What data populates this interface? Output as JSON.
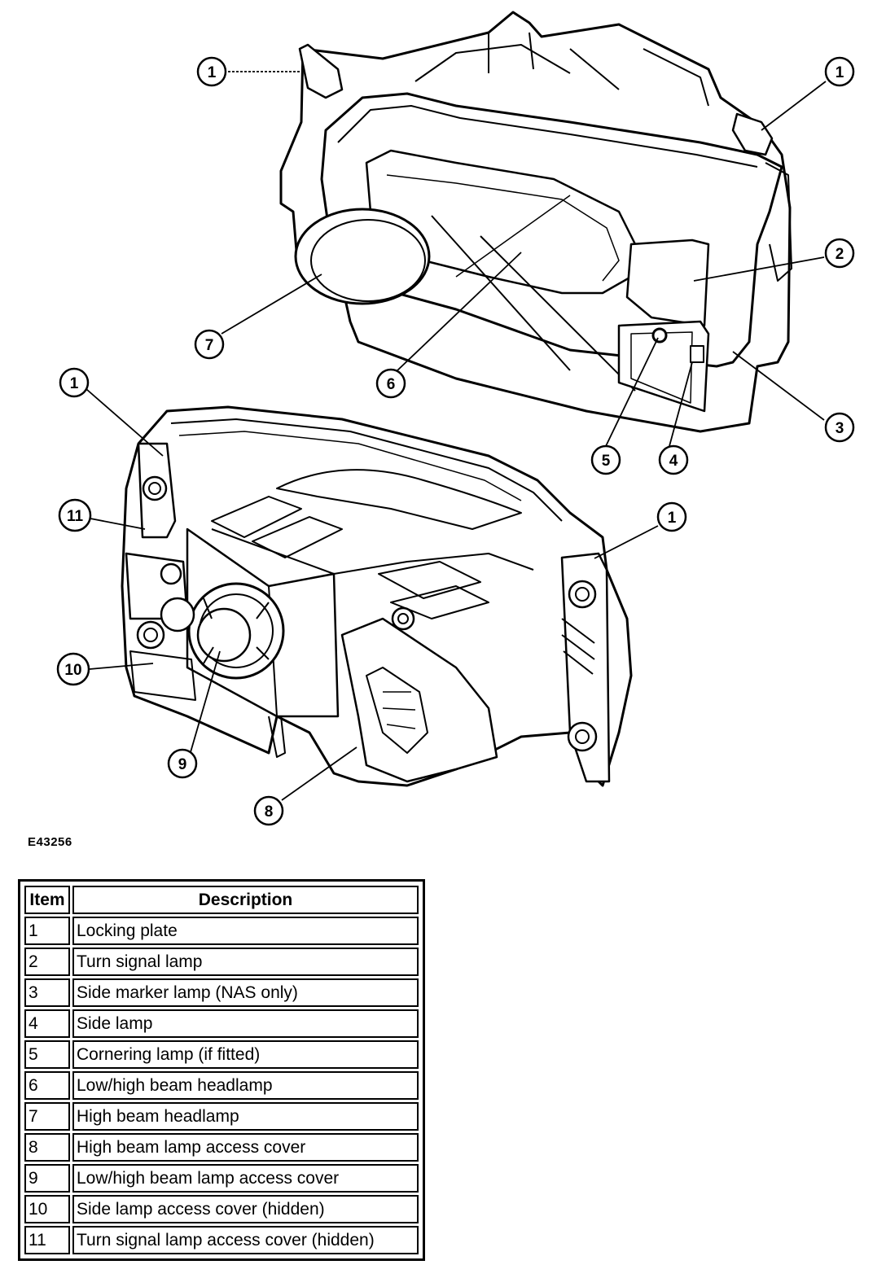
{
  "figure": {
    "code": "E43256",
    "callouts": [
      {
        "id": "c1a",
        "label": "1"
      },
      {
        "id": "c1b",
        "label": "1"
      },
      {
        "id": "c2",
        "label": "2"
      },
      {
        "id": "c3",
        "label": "3"
      },
      {
        "id": "c4",
        "label": "4"
      },
      {
        "id": "c5",
        "label": "5"
      },
      {
        "id": "c6",
        "label": "6"
      },
      {
        "id": "c7",
        "label": "7"
      },
      {
        "id": "c1c",
        "label": "1"
      },
      {
        "id": "c11",
        "label": "11"
      },
      {
        "id": "c1d",
        "label": "1"
      },
      {
        "id": "c10",
        "label": "10"
      },
      {
        "id": "c9",
        "label": "9"
      },
      {
        "id": "c8",
        "label": "8"
      }
    ]
  },
  "table": {
    "headers": {
      "item": "Item",
      "description": "Description"
    },
    "rows": [
      {
        "item": "1",
        "description": "Locking plate"
      },
      {
        "item": "2",
        "description": "Turn signal lamp"
      },
      {
        "item": "3",
        "description": "Side marker lamp (NAS only)"
      },
      {
        "item": "4",
        "description": "Side lamp"
      },
      {
        "item": "5",
        "description": "Cornering lamp (if fitted)"
      },
      {
        "item": "6",
        "description": "Low/high beam headlamp"
      },
      {
        "item": "7",
        "description": "High beam headlamp"
      },
      {
        "item": "8",
        "description": "High beam lamp access cover"
      },
      {
        "item": "9",
        "description": "Low/high beam lamp access cover"
      },
      {
        "item": "10",
        "description": "Side lamp access cover (hidden)"
      },
      {
        "item": "11",
        "description": "Turn signal lamp access cover (hidden)"
      }
    ]
  }
}
